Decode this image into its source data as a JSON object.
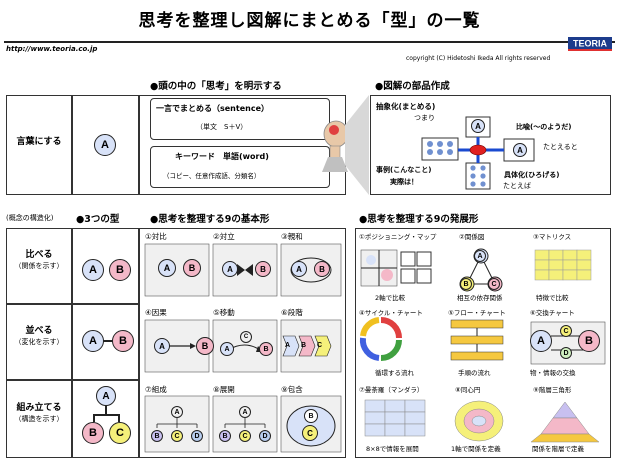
{
  "title": "思考を整理し図解にまとめる「型」の一覧",
  "url": "http://www.teoria.co.jp",
  "copyright": "copyright (C)   Hidetoshi   Ikeda All rights reserved",
  "logo": "TEORIA",
  "top": {
    "heading_head": "●頭の中の「思考」を明示する",
    "heading_parts": "●図解の部品作成",
    "row_label": "言葉にする",
    "circle_a": "A",
    "sentence_line1": "一言でまとめる（sentence）",
    "sentence_line2": "（単文　S＋V）",
    "word_line1": "キーワード　単語(word)",
    "word_line2": "（コピー、任意作成語、分類名）",
    "parts": {
      "abstract": "抽象化(まとめる)",
      "tsumari": "つまり",
      "hiyu": "比喩(～のようだ)",
      "tatoeruto": "たとえると",
      "jirei": "事例(こんなこと)",
      "jissai": "実際は！",
      "gutai": "具体化(ひろげる)",
      "tatoeba": "たとえば"
    }
  },
  "section_titles": {
    "struct": "(概念の構造化)",
    "three": "●3つの型",
    "basic9": "●思考を整理する9の基本形",
    "dev9": "●思考を整理する9の発展形"
  },
  "rows": [
    {
      "label": "比べる",
      "sub": "（関係を示す）"
    },
    {
      "label": "並べる",
      "sub": "（変化を示す）"
    },
    {
      "label": "組み立てる",
      "sub": "（構造を示す）"
    }
  ],
  "basic": [
    "①対比",
    "②対立",
    "③親和",
    "④因果",
    "⑤移動",
    "⑥段階",
    "⑦組成",
    "⑧展開",
    "⑨包含"
  ],
  "dev": [
    {
      "title": "①ポジショニング・マップ",
      "caption": "2軸で比較"
    },
    {
      "title": "②関係図",
      "caption": "相互の依存関係"
    },
    {
      "title": "③マトリクス",
      "caption": "特徴で比較"
    },
    {
      "title": "④サイクル・チャート",
      "caption": "循環する流れ"
    },
    {
      "title": "⑤フロー・チャート",
      "caption": "手順の流れ"
    },
    {
      "title": "⑥交換チャート",
      "caption": "物・情報の交換"
    },
    {
      "title": "⑦曼荼羅（マンダラ）",
      "caption": "8×8で情報を展開"
    },
    {
      "title": "⑧同心円",
      "caption": "1軸で関係を定義"
    },
    {
      "title": "⑨階層三角形",
      "caption": "関係を階層で定義"
    }
  ],
  "letters": {
    "a": "A",
    "b": "B",
    "c": "C",
    "d": "D"
  },
  "colors": {
    "pink": "#f4b8c8",
    "yellow": "#f5f07a",
    "lavender": "#c8c0f0",
    "blue_grid": "#b8cef0",
    "cell_bg": "#f0f0f0"
  }
}
